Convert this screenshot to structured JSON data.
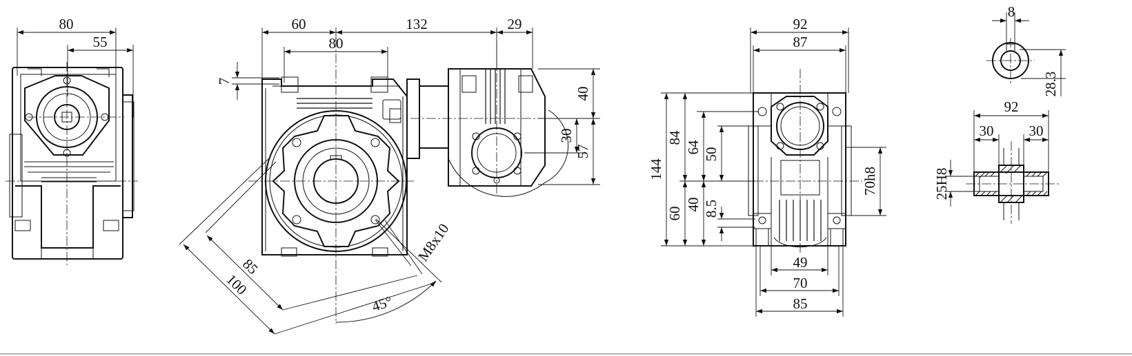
{
  "views": {
    "side": {
      "dims": [
        "80",
        "55"
      ]
    },
    "front": {
      "dims": [
        "60",
        "132",
        "29",
        "80",
        "7",
        "40",
        "30",
        "57",
        "85",
        "100",
        "45°",
        "M8x10"
      ]
    },
    "end": {
      "dims": [
        "92",
        "87",
        "144",
        "84",
        "64",
        "50",
        "60",
        "40",
        "8.5",
        "70h8",
        "49",
        "70",
        "85"
      ]
    },
    "shaft": {
      "dims": [
        "8",
        "28.3",
        "92",
        "30",
        "30",
        "25H8"
      ]
    }
  }
}
